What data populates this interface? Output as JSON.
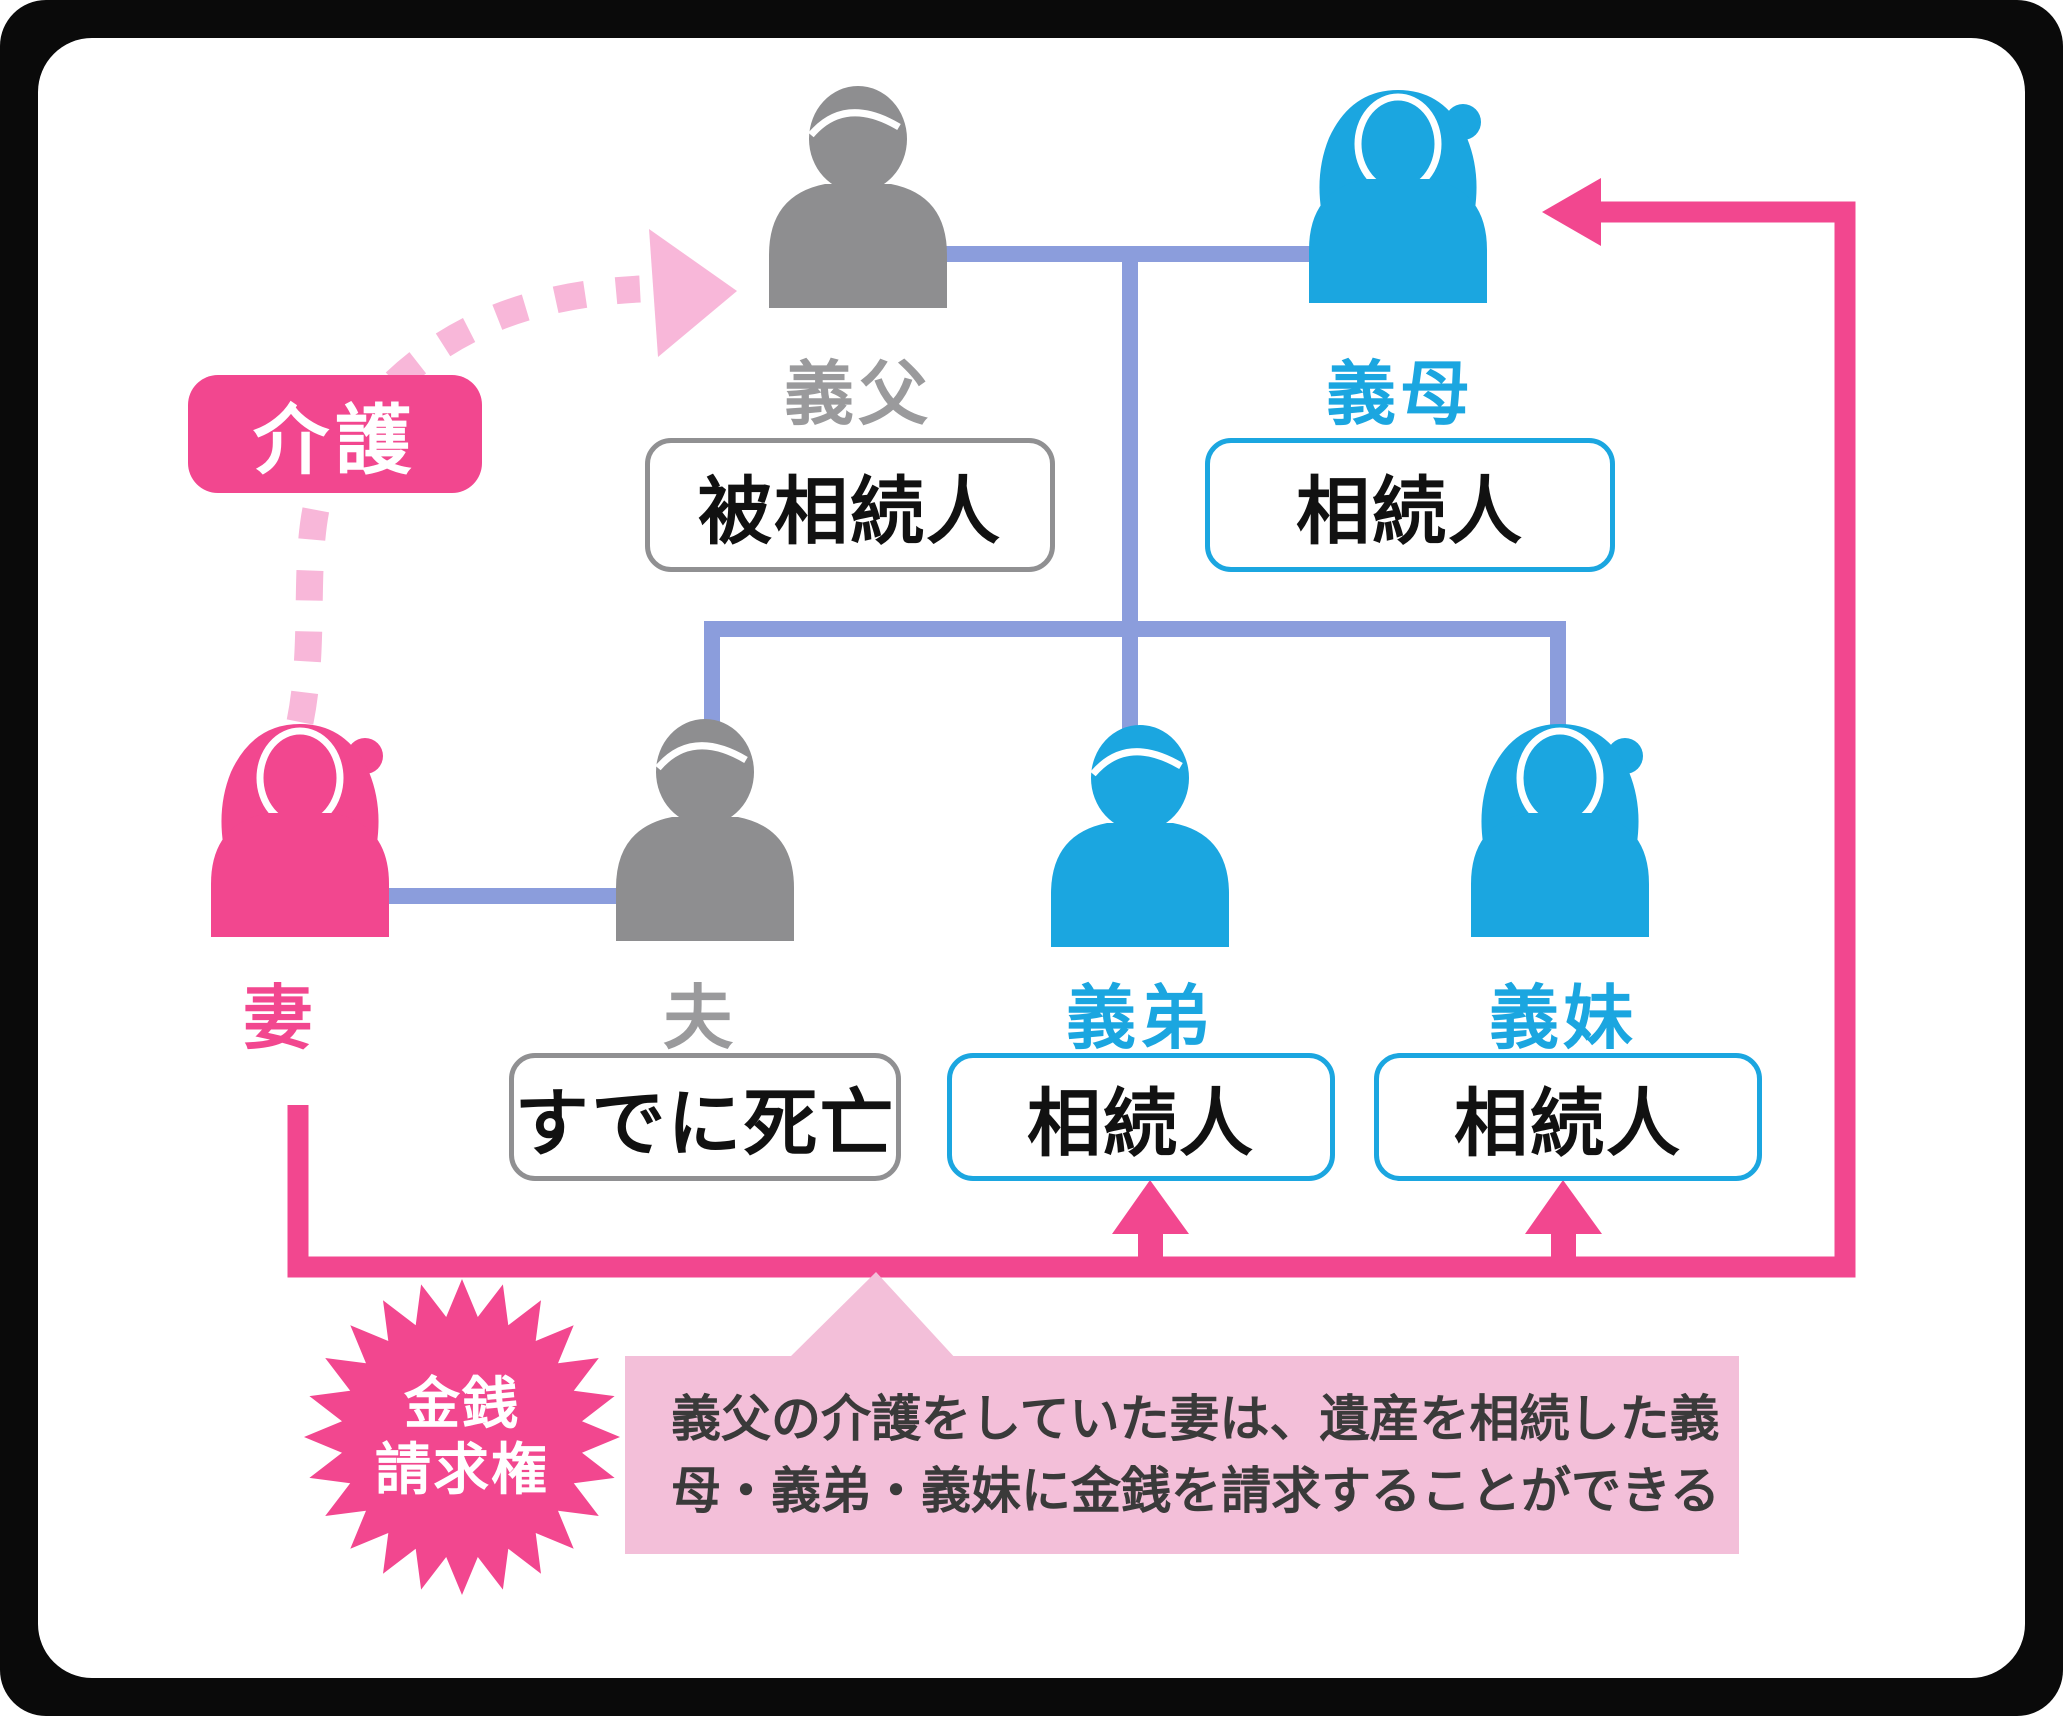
{
  "people": {
    "father_in_law": {
      "label": "義父",
      "status": "被相続人"
    },
    "mother_in_law": {
      "label": "義母",
      "status": "相続人"
    },
    "wife": {
      "label": "妻"
    },
    "husband": {
      "label": "夫",
      "status": "すでに死亡"
    },
    "brother_in_law": {
      "label": "義弟",
      "status": "相続人"
    },
    "sister_in_law": {
      "label": "義妹",
      "status": "相続人"
    }
  },
  "care_badge": {
    "label": "介護"
  },
  "claim_badge": {
    "line1": "金銭",
    "line2": "請求権"
  },
  "note": {
    "line1": "義父の介護をしていた妻は、遺産を相続した義",
    "line2": "母・義弟・義妹に金銭を請求することができる"
  },
  "colors": {
    "pink": "#F2478F",
    "light_pink": "#F8B7D9",
    "pale_pink": "#F3BFD9",
    "blue": "#1BA6E0",
    "gray": "#8E8E90",
    "label_gray": "#9A9A9C",
    "lavender": "#8B9DDC",
    "text_dark": "#3a3a3a"
  }
}
